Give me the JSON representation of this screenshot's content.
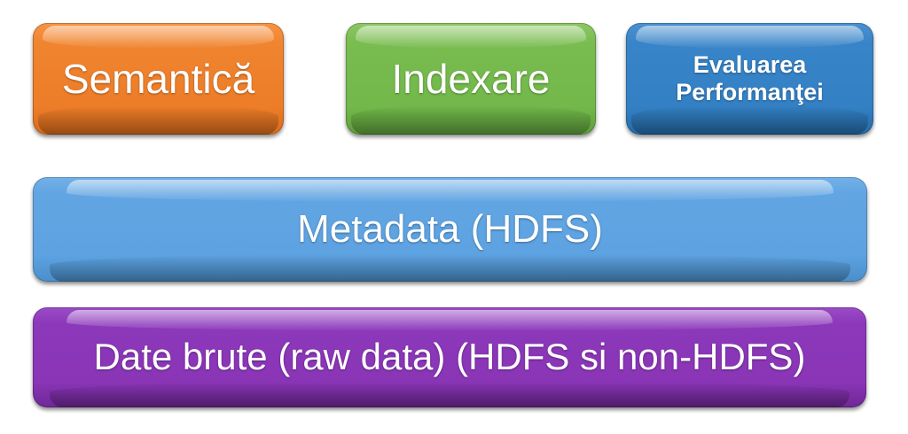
{
  "diagram": {
    "type": "layered-architecture",
    "title": "",
    "layers": [
      {
        "name": "top-row",
        "boxes": [
          {
            "id": "semantica",
            "label": "Semantică",
            "color": "#ED7D28",
            "text_color": "#FFFFFF"
          },
          {
            "id": "indexare",
            "label": "Indexare",
            "color": "#72B84A",
            "text_color": "#FFFFFF"
          },
          {
            "id": "evaluare",
            "label": "Evaluarea\nPerformanţei",
            "color": "#3380C4",
            "text_color": "#FFFFFF"
          }
        ]
      },
      {
        "name": "metadata-row",
        "boxes": [
          {
            "id": "metadata",
            "label": "Metadata (HDFS)",
            "color": "#5DA2E1",
            "text_color": "#FFFFFF"
          }
        ]
      },
      {
        "name": "raw-data-row",
        "boxes": [
          {
            "id": "raw-data",
            "label": "Date brute (raw data) (HDFS si non-HDFS)",
            "color": "#8935B6",
            "text_color": "#FFFFFF"
          }
        ]
      }
    ],
    "background_color": "#FFFFFF"
  }
}
